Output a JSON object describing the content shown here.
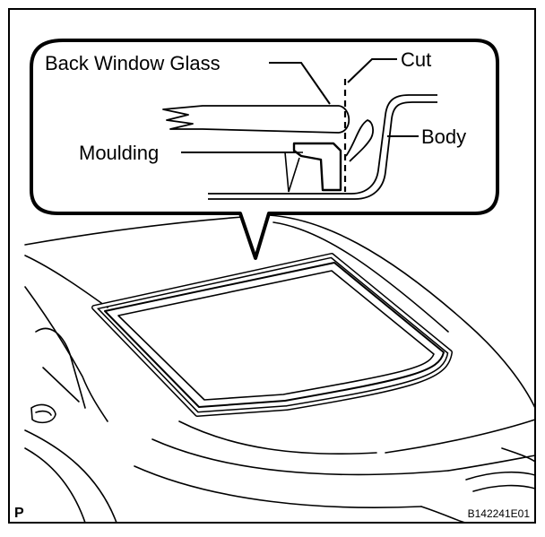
{
  "diagram": {
    "labels": {
      "back_window_glass": "Back Window Glass",
      "cut": "Cut",
      "moulding": "Moulding",
      "body": "Body"
    },
    "corner_mark": "P",
    "figure_code": "B142241E01"
  }
}
